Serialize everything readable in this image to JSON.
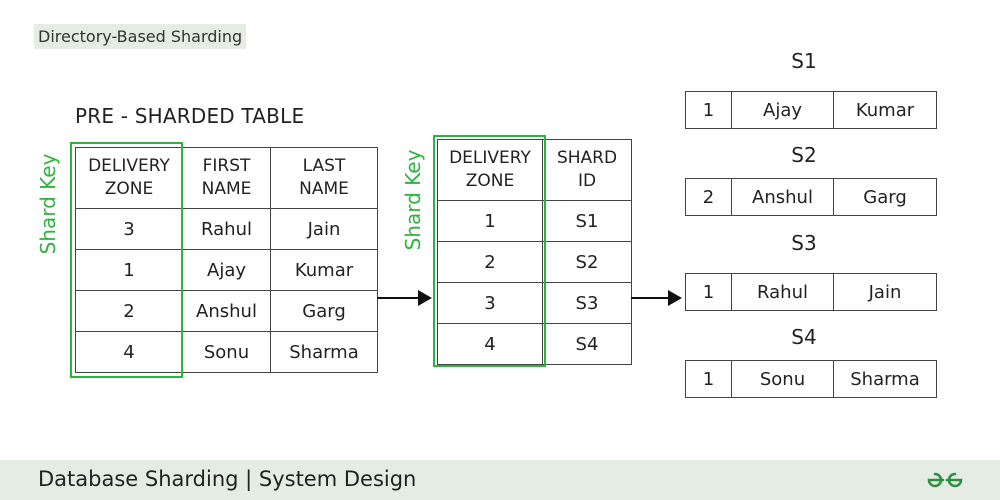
{
  "header": {
    "tag": "Directory-Based Sharding"
  },
  "pre_sharded": {
    "title": "PRE - SHARDED TABLE",
    "shard_key_label": "Shard Key",
    "headers": [
      [
        "DELIVERY",
        "ZONE"
      ],
      [
        "FIRST",
        "NAME"
      ],
      [
        "LAST",
        "NAME"
      ]
    ],
    "rows": [
      [
        "3",
        "Rahul",
        "Jain"
      ],
      [
        "1",
        "Ajay",
        "Kumar"
      ],
      [
        "2",
        "Anshul",
        "Garg"
      ],
      [
        "4",
        "Sonu",
        "Sharma"
      ]
    ]
  },
  "lookup": {
    "shard_key_label": "Shard Key",
    "headers": [
      [
        "DELIVERY",
        "ZONE"
      ],
      [
        "SHARD",
        "ID"
      ]
    ],
    "rows": [
      [
        "1",
        "S1"
      ],
      [
        "2",
        "S2"
      ],
      [
        "3",
        "S3"
      ],
      [
        "4",
        "S4"
      ]
    ]
  },
  "shards": [
    {
      "name": "S1",
      "row": [
        "1",
        "Ajay",
        "Kumar"
      ]
    },
    {
      "name": "S2",
      "row": [
        "2",
        "Anshul",
        "Garg"
      ]
    },
    {
      "name": "S3",
      "row": [
        "1",
        "Rahul",
        "Jain"
      ]
    },
    {
      "name": "S4",
      "row": [
        "1",
        "Sonu",
        "Sharma"
      ]
    }
  ],
  "footer": {
    "title": "Database Sharding | System Design",
    "logo_icon": "gfg-logo-icon"
  },
  "colors": {
    "accent": "#2fb33f",
    "band": "#e4ece4",
    "line": "#444444"
  }
}
